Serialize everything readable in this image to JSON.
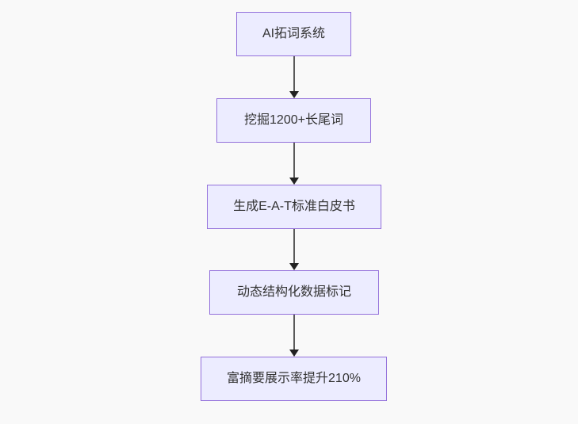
{
  "flowchart": {
    "type": "flowchart",
    "direction": "top-down",
    "colors": {
      "canvas_background": "#f9f9f9",
      "node_fill": "#ECECFF",
      "node_border": "#9370DB",
      "node_text": "#333333",
      "edge_line": "#5a5a5a",
      "edge_arrowhead": "#222222"
    },
    "nodes": [
      {
        "label": "AI拓词系统"
      },
      {
        "label": "挖掘1200+长尾词"
      },
      {
        "label": "生成E-A-T标准白皮书"
      },
      {
        "label": "动态结构化数据标记"
      },
      {
        "label": "富摘要展示率提升210%"
      }
    ],
    "edges": [
      {
        "from": "AI拓词系统",
        "to": "挖掘1200+长尾词"
      },
      {
        "from": "挖掘1200+长尾词",
        "to": "生成E-A-T标准白皮书"
      },
      {
        "from": "生成E-A-T标准白皮书",
        "to": "动态结构化数据标记"
      },
      {
        "from": "动态结构化数据标记",
        "to": "富摘要展示率提升210%"
      }
    ]
  }
}
